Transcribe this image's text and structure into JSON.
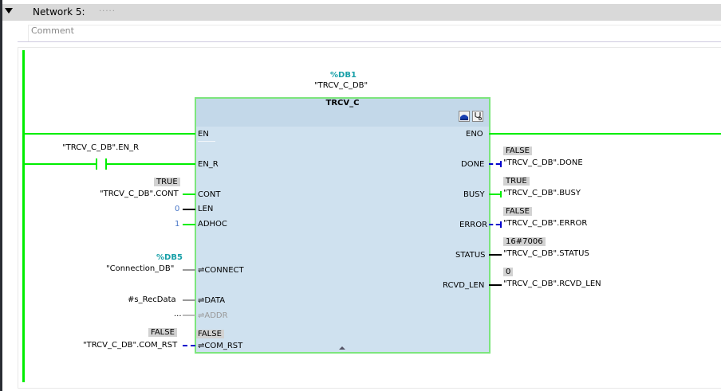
{
  "network": {
    "title": "Network 5:",
    "title_dots": ".....",
    "comment_placeholder": "Comment"
  },
  "block": {
    "db_address": "%DB1",
    "db_name": "\"TRCV_C_DB\"",
    "type": "TRCV_C",
    "icons": [
      "db-icon",
      "diagnostics-icon"
    ],
    "inputs": [
      {
        "pin": "EN",
        "operand": "",
        "status": ""
      },
      {
        "pin": "EN_R",
        "operand": "\"TRCV_C_DB\".EN_R",
        "status": ""
      },
      {
        "pin": "CONT",
        "operand": "\"TRCV_C_DB\".CONT",
        "status": "TRUE"
      },
      {
        "pin": "LEN",
        "operand": "0",
        "status": ""
      },
      {
        "pin": "ADHOC",
        "operand": "1",
        "status": ""
      },
      {
        "pin": "⇌CONNECT",
        "operand": "\"Connection_DB\"",
        "operand_addr": "%DB5",
        "status": ""
      },
      {
        "pin": "⇌DATA",
        "operand": "#s_RecData",
        "status": ""
      },
      {
        "pin": "⇌ADDR",
        "operand": "...",
        "status": ""
      },
      {
        "pin": "⇌COM_RST",
        "operand": "\"TRCV_C_DB\".COM_RST",
        "status": "FALSE",
        "inner_status": "FALSE"
      }
    ],
    "outputs": [
      {
        "pin": "ENO",
        "operand": "",
        "status": ""
      },
      {
        "pin": "DONE",
        "operand": "\"TRCV_C_DB\".DONE",
        "status": "FALSE"
      },
      {
        "pin": "BUSY",
        "operand": "\"TRCV_C_DB\".BUSY",
        "status": "TRUE"
      },
      {
        "pin": "ERROR",
        "operand": "\"TRCV_C_DB\".ERROR",
        "status": "FALSE"
      },
      {
        "pin": "STATUS",
        "operand": "\"TRCV_C_DB\".STATUS",
        "status": "16#7006"
      },
      {
        "pin": "RCVD_LEN",
        "operand": "\"TRCV_C_DB\".RCVD_LEN",
        "status": "0"
      }
    ]
  },
  "colors": {
    "power_flow": "#00ee00",
    "no_flow": "#0000cc",
    "block_fill": "#cfe1ef",
    "db_address": "#18a0a8"
  }
}
